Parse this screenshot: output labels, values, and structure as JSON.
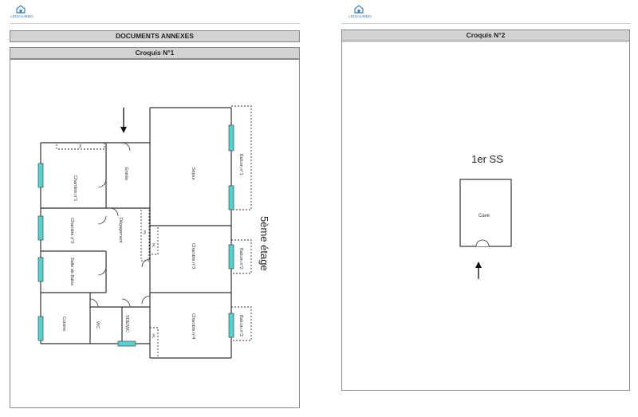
{
  "brand": {
    "logo_text": "LEDIAGIMMO"
  },
  "left_page": {
    "section_title": "DOCUMENTS ANNEXES",
    "sketch_title": "Croquis N°1",
    "floor_label": "5ème étage",
    "rooms": {
      "entree": "Entrée",
      "sejour": "Séjour",
      "balcon1": "Balcon n°1",
      "chambre1": "Chambre n°1",
      "chambre2": "Chambre n°2",
      "sdb": "Salle de Bains",
      "degagement": "Dégagement",
      "chambre3": "Chambre n°3",
      "balcon2": "Balcon n°2",
      "cuisine": "Cuisine",
      "wc": "WC",
      "sdewc": "SDE/WC",
      "chambre4": "Chambre n°4",
      "balcon3": "Balcon n°3",
      "placard": "PL"
    }
  },
  "right_page": {
    "sketch_title": "Croquis N°2",
    "floor_label": "1er SS",
    "room_label": "Cave"
  }
}
